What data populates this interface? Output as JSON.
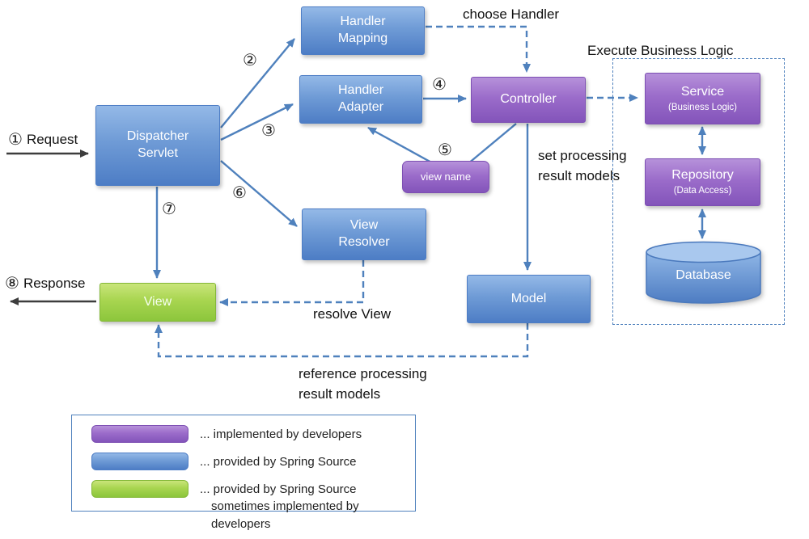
{
  "colors": {
    "box_blue": "#5c8bce",
    "box_purple": "#9468c8",
    "box_green": "#9ccc43",
    "arrow_blue": "#4f81bd",
    "arrow_dark": "#3d3d3d"
  },
  "nodes": {
    "dispatcher": {
      "lines": [
        "Dispatcher",
        "Servlet"
      ]
    },
    "handler_mapping": {
      "lines": [
        "Handler",
        "Mapping"
      ]
    },
    "handler_adapter": {
      "lines": [
        "Handler",
        "Adapter"
      ]
    },
    "controller": {
      "lines": [
        "Controller"
      ]
    },
    "view_name": {
      "lines": [
        "view name"
      ]
    },
    "view_resolver": {
      "lines": [
        "View",
        "Resolver"
      ]
    },
    "view": {
      "lines": [
        "View"
      ]
    },
    "model": {
      "lines": [
        "Model"
      ]
    },
    "service": {
      "label": "Service",
      "sub": "(Business Logic)"
    },
    "repository": {
      "label": "Repository",
      "sub": "(Data Access)"
    },
    "database": {
      "label": "Database"
    }
  },
  "labels": {
    "request_num": "①",
    "request": "Request",
    "response_num": "⑧",
    "response": "Response",
    "step2": "②",
    "step3": "③",
    "step4": "④",
    "step5": "⑤",
    "step6": "⑥",
    "step7": "⑦",
    "choose_handler": "choose Handler",
    "execute_business_logic": "Execute Business Logic",
    "set_processing_1": "set processing",
    "set_processing_2": "result models",
    "resolve_view": "resolve View",
    "reference_1": "reference processing",
    "reference_2": "result models"
  },
  "legend": {
    "items": [
      {
        "swatch": "purple",
        "text": "... implemented by developers"
      },
      {
        "swatch": "blue",
        "text": "... provided by Spring Source"
      },
      {
        "swatch": "green",
        "text": "... provided by Spring Source",
        "text2": "sometimes implemented by developers"
      }
    ]
  }
}
